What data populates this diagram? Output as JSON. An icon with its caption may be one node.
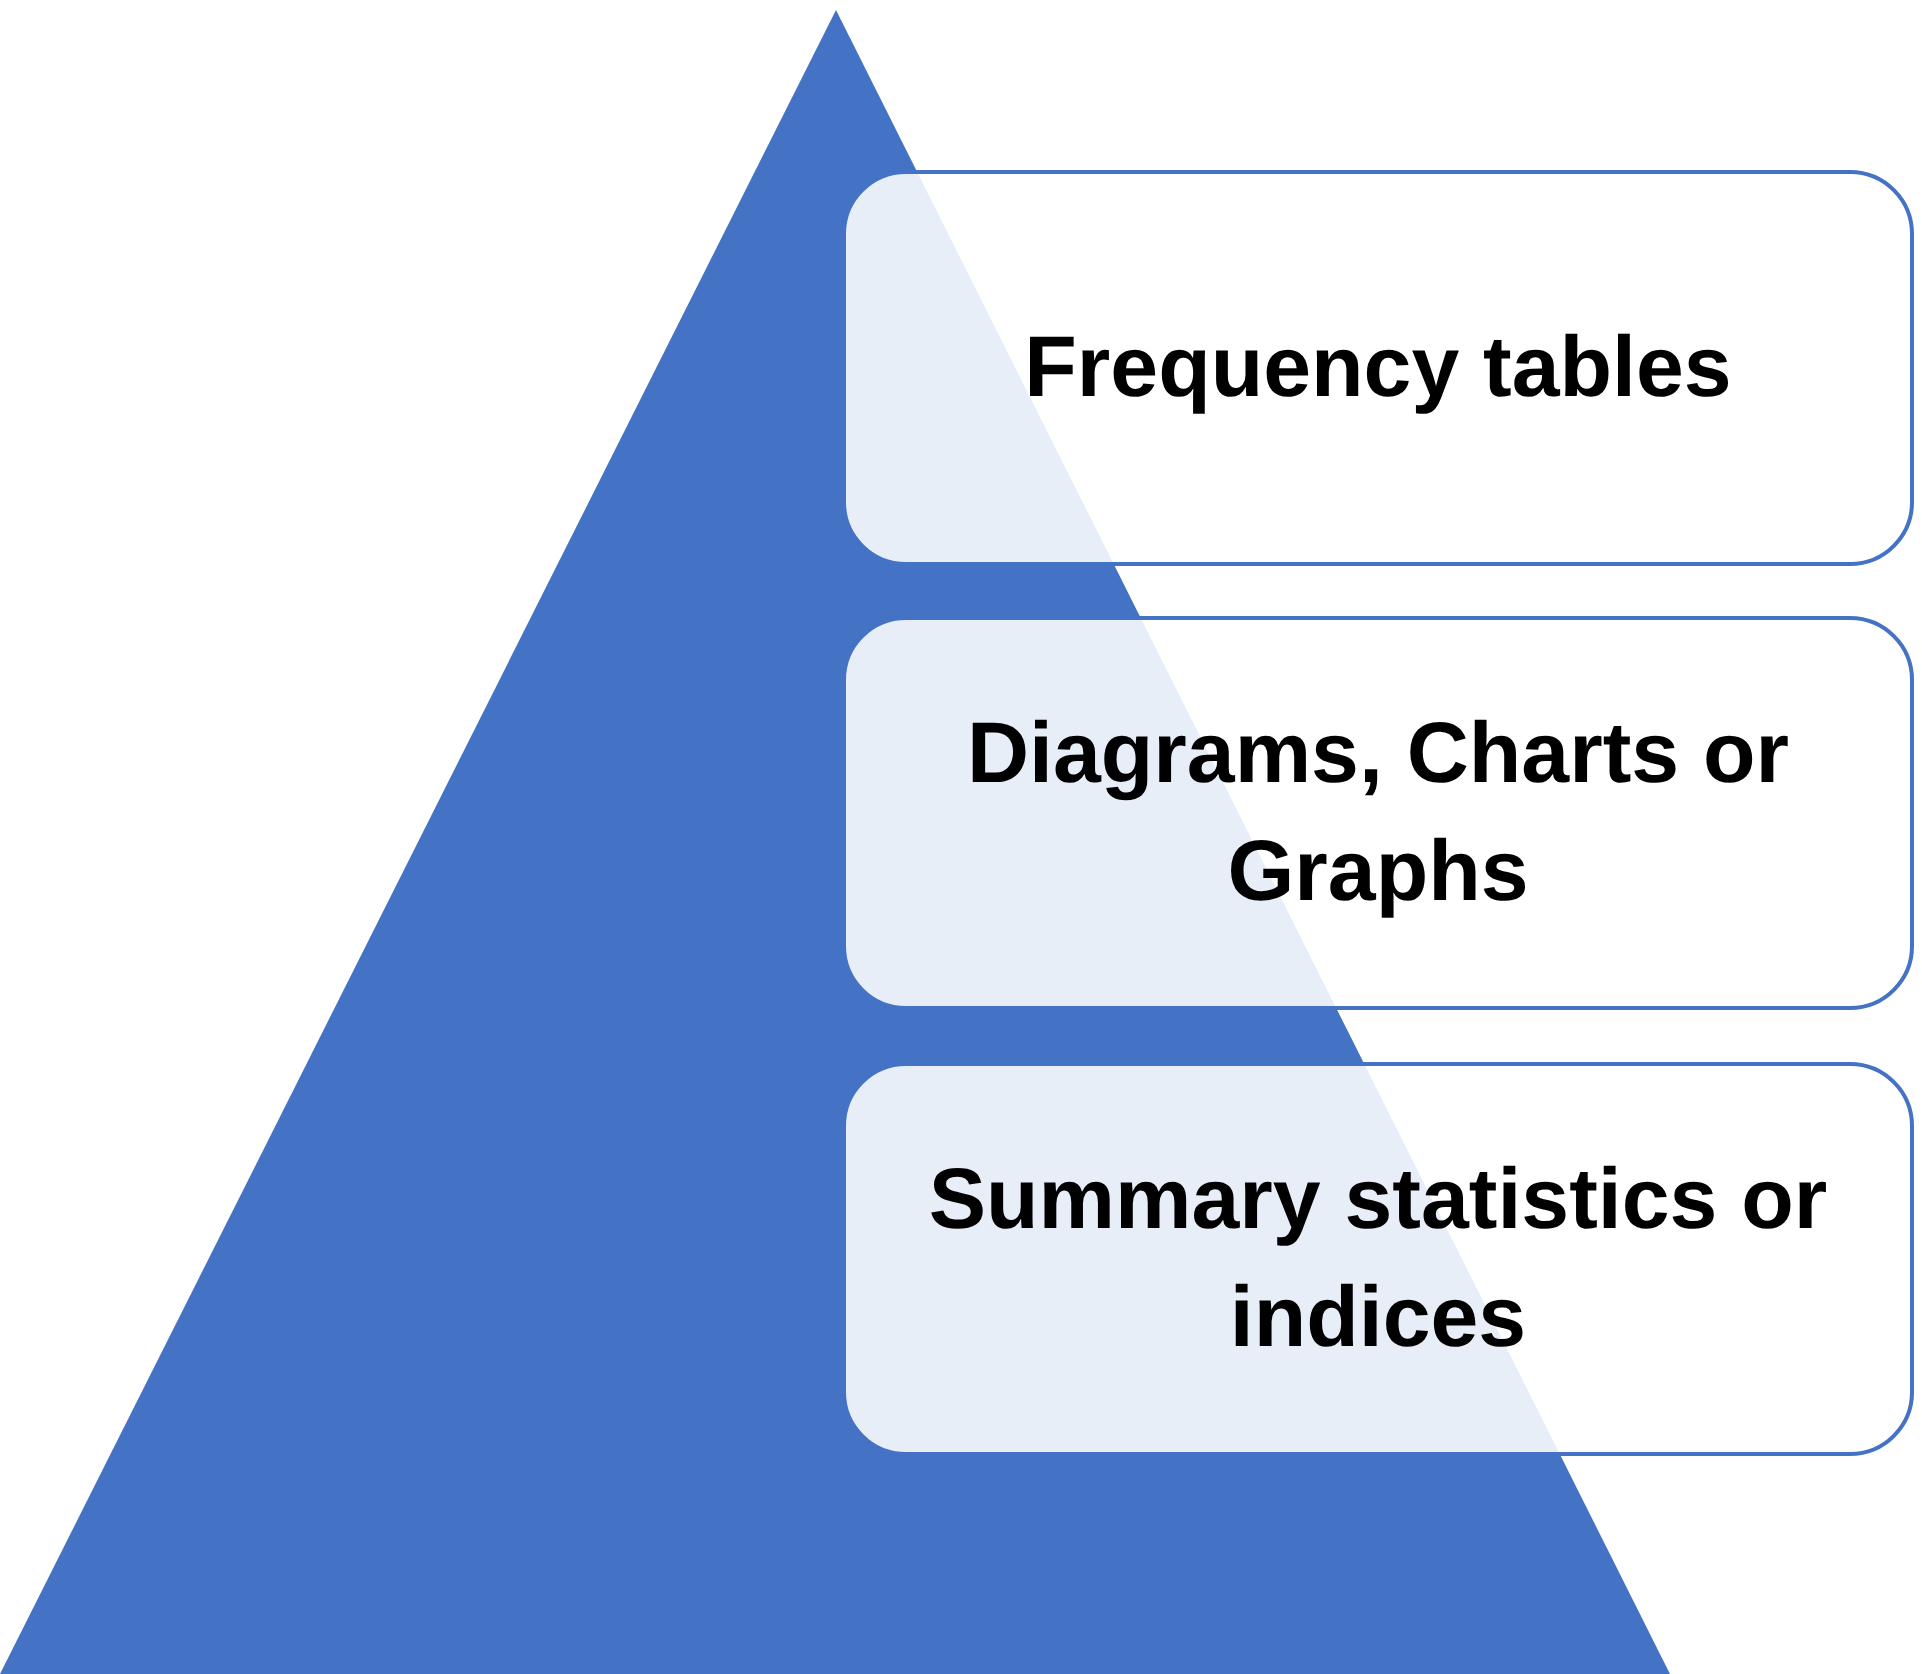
{
  "diagram": {
    "nodes": [
      {
        "text": [
          "Frequency tables"
        ]
      },
      {
        "text": [
          "Diagrams, Charts or Graphs"
        ]
      },
      {
        "text": [
          "Summary statistics or indices"
        ]
      }
    ]
  }
}
